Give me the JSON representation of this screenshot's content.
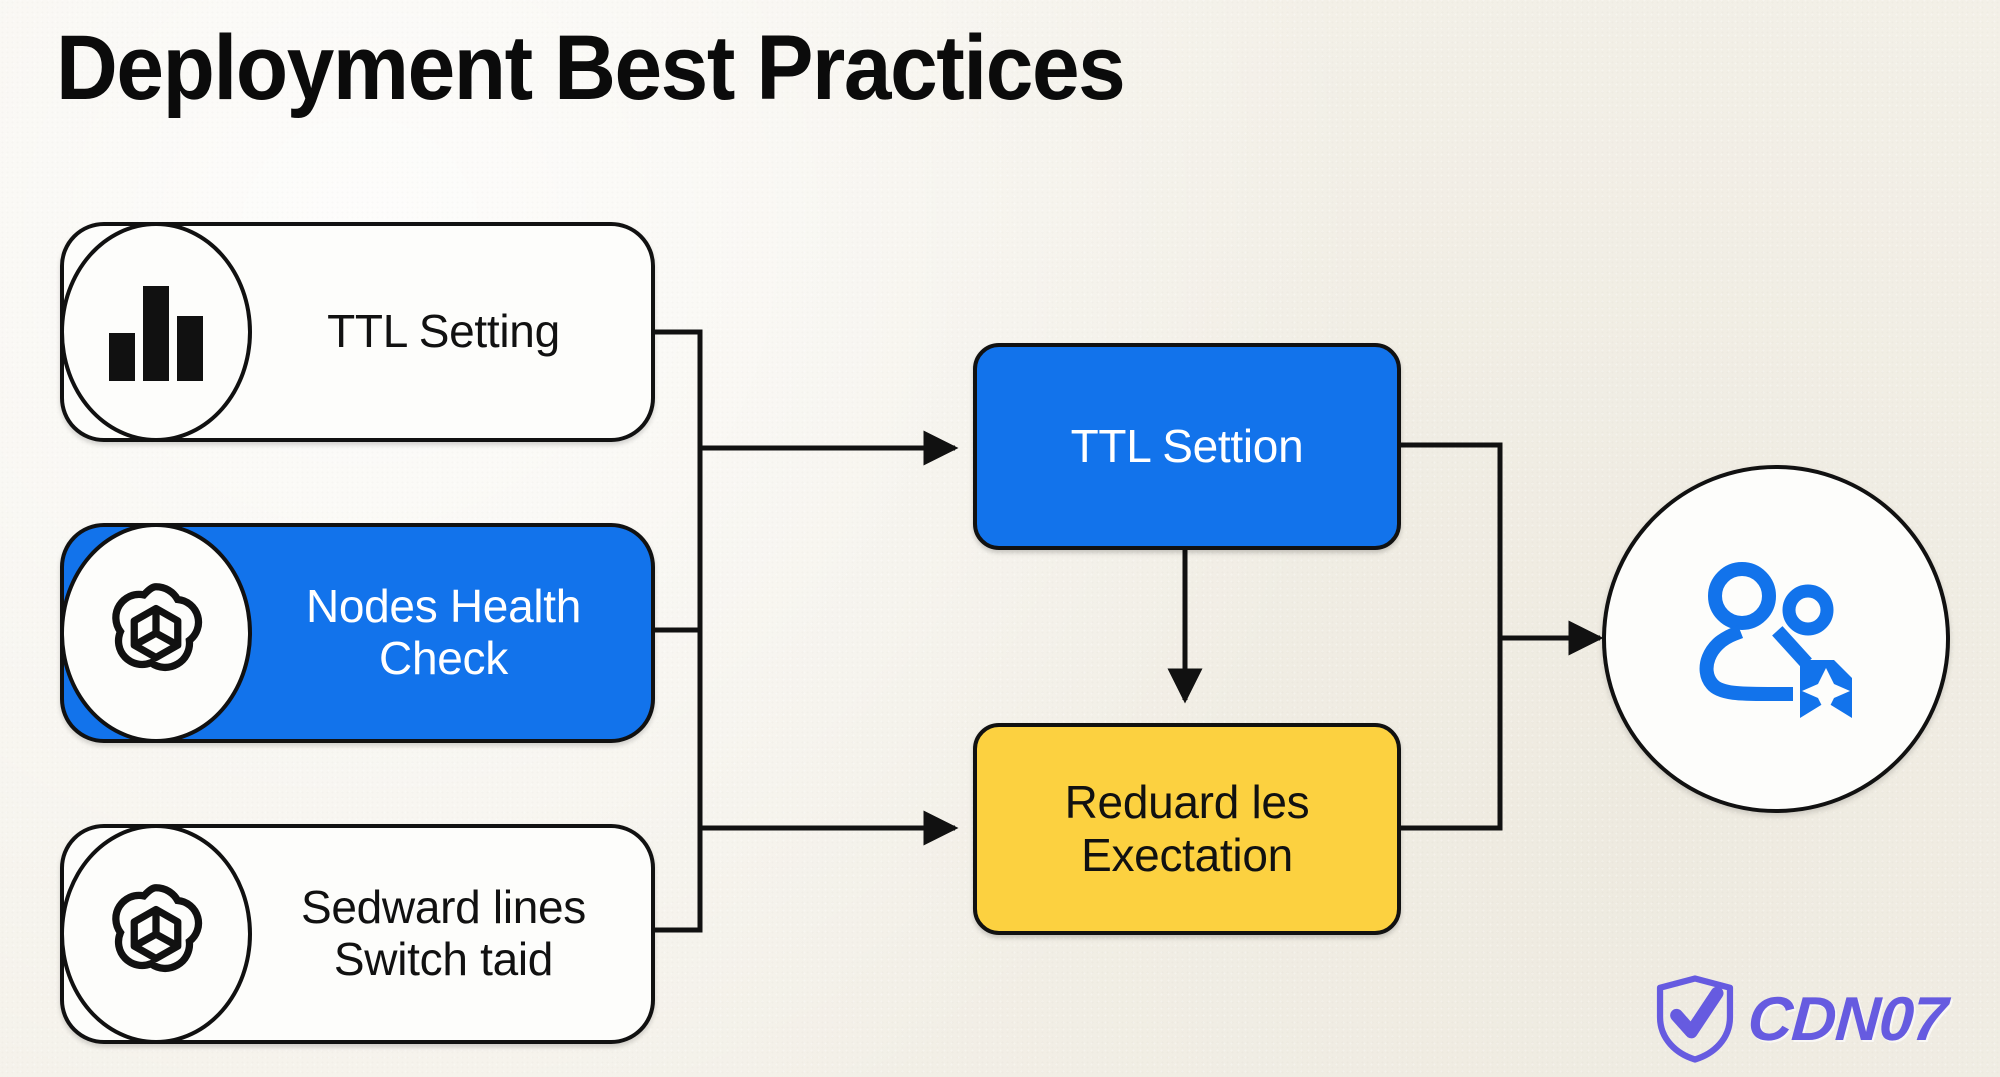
{
  "page": {
    "title": "Deployment Best Practices",
    "background_color": "#f4f1e9",
    "accent_blue": "#1273eb",
    "accent_yellow": "#fcd140",
    "stroke_color": "#111111"
  },
  "inputs": [
    {
      "label": "TTL Setting",
      "icon": "bar-chart-icon",
      "style": "light"
    },
    {
      "label": "Nodes Health Check",
      "icon": "openai-knot-icon",
      "style": "accent"
    },
    {
      "label": "Sedward lines Switch taid",
      "icon": "openai-knot-icon",
      "style": "light"
    }
  ],
  "process": [
    {
      "label": "TTL Settion",
      "style": "blue"
    },
    {
      "label": "Reduard les Exectation",
      "style": "yellow"
    }
  ],
  "outcome": {
    "icon": "users-sparkle-icon",
    "icon_color": "#1273eb"
  },
  "watermark": {
    "text": "CDN07",
    "icon": "shield-check-icon",
    "color": "#5b4fe0"
  }
}
